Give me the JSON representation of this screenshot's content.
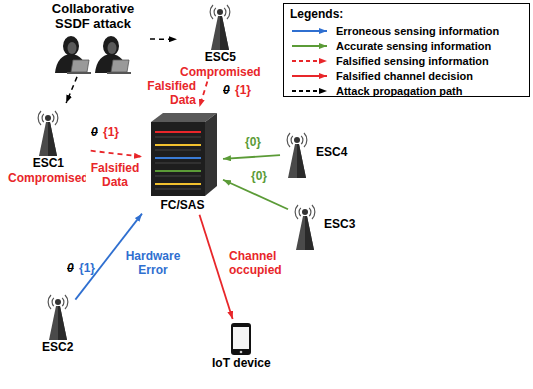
{
  "diagram": {
    "nodes": [
      {
        "text": [
          "Collaborative SSDF attack"
        ]
      },
      {
        "text": [
          "ESC5",
          "Compromised"
        ]
      },
      {
        "text": [
          "ESC1",
          "Compromised"
        ]
      },
      {
        "text": [
          "FC/SAS"
        ]
      },
      {
        "text": [
          "ESC4"
        ]
      },
      {
        "text": [
          "ESC3"
        ]
      },
      {
        "text": [
          "ESC2"
        ]
      },
      {
        "text": [
          "IoT device"
        ]
      }
    ],
    "edges": [
      {
        "from": 0,
        "to": 1,
        "arrow": "to"
      },
      {
        "from": 0,
        "to": 2,
        "arrow": "to"
      },
      {
        "from": 1,
        "to": 3,
        "label": "Falsified Data",
        "arrow": "to"
      },
      {
        "from": 2,
        "to": 3,
        "label": "Falsified Data",
        "arrow": "to"
      },
      {
        "from": 4,
        "to": 3,
        "label": "{0}",
        "arrow": "to"
      },
      {
        "from": 5,
        "to": 3,
        "label": "{0}",
        "arrow": "to"
      },
      {
        "from": 6,
        "to": 3,
        "label": "Hardware Error",
        "arrow": "to"
      },
      {
        "from": 3,
        "to": 7,
        "label": "Channel occupied",
        "arrow": "to"
      }
    ],
    "labels": [
      "Legends:",
      "0",
      "{1}",
      "0",
      "{1}",
      "0",
      "{1}"
    ],
    "legend": [
      {
        "text": "Erroneous sensing information"
      },
      {
        "text": "Accurate sensing information"
      },
      {
        "text": "Falsified sensing information"
      },
      {
        "text": "Falsified channel decision"
      },
      {
        "text": "Attack propagation path"
      }
    ]
  }
}
